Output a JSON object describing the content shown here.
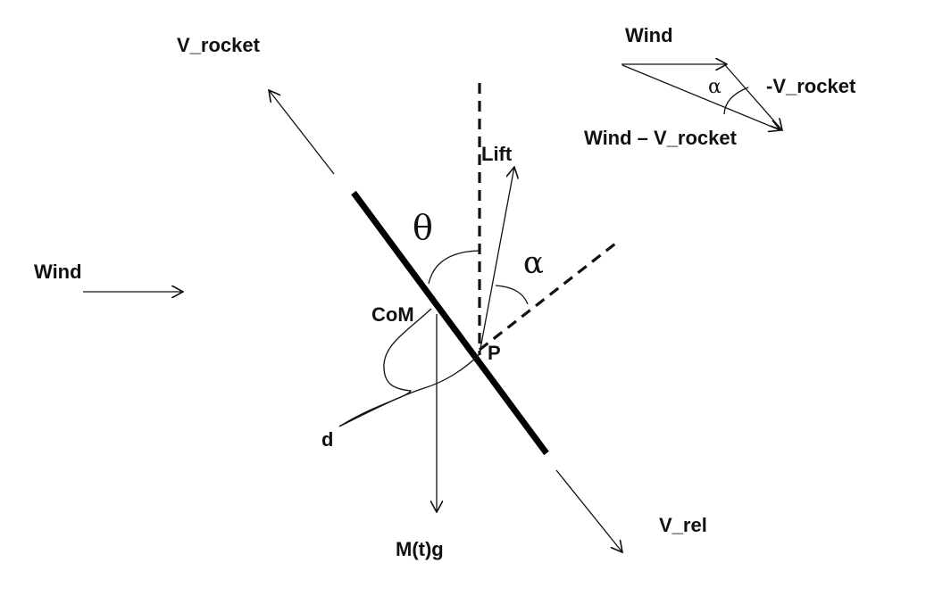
{
  "labels": {
    "v_rocket": "V_rocket",
    "wind_top": "Wind",
    "neg_v_rocket": "-V_rocket",
    "wind_minus_v_rocket": "Wind – V_rocket",
    "alpha_small": "α",
    "lift": "Lift",
    "theta": "θ",
    "alpha": "α",
    "wind_left": "Wind",
    "com": "CoM",
    "p": "P",
    "d": "d",
    "v_rel": "V_rel",
    "weight": "M(t)g"
  },
  "colors": {
    "ink": "#111111",
    "rod": "#000000",
    "background": "#ffffff"
  }
}
